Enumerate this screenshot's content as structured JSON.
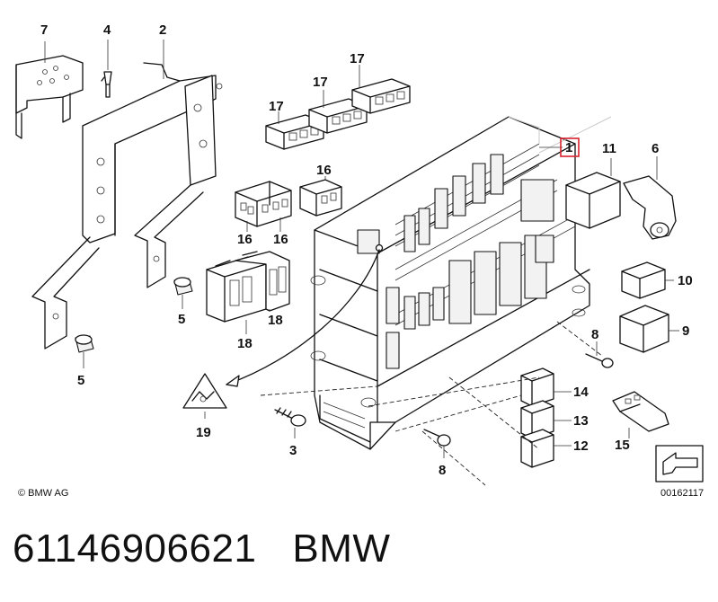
{
  "diagram": {
    "callouts": [
      {
        "id": "callout-7",
        "label": "7"
      },
      {
        "id": "callout-4",
        "label": "4"
      },
      {
        "id": "callout-2",
        "label": "2"
      },
      {
        "id": "callout-17a",
        "label": "17"
      },
      {
        "id": "callout-17b",
        "label": "17"
      },
      {
        "id": "callout-17c",
        "label": "17"
      },
      {
        "id": "callout-16a",
        "label": "16"
      },
      {
        "id": "callout-16b",
        "label": "16"
      },
      {
        "id": "callout-16c",
        "label": "16"
      },
      {
        "id": "callout-18a",
        "label": "18"
      },
      {
        "id": "callout-18b",
        "label": "18"
      },
      {
        "id": "callout-5a",
        "label": "5"
      },
      {
        "id": "callout-5b",
        "label": "5"
      },
      {
        "id": "callout-1",
        "label": "1"
      },
      {
        "id": "callout-11",
        "label": "11"
      },
      {
        "id": "callout-6",
        "label": "6"
      },
      {
        "id": "callout-10",
        "label": "10"
      },
      {
        "id": "callout-9",
        "label": "9"
      },
      {
        "id": "callout-8a",
        "label": "8"
      },
      {
        "id": "callout-8b",
        "label": "8"
      },
      {
        "id": "callout-14",
        "label": "14"
      },
      {
        "id": "callout-13",
        "label": "13"
      },
      {
        "id": "callout-12",
        "label": "12"
      },
      {
        "id": "callout-15",
        "label": "15"
      },
      {
        "id": "callout-19",
        "label": "19"
      },
      {
        "id": "callout-3",
        "label": "3"
      }
    ],
    "copyright": "© BMW AG",
    "drawing_number": "00162117",
    "highlight_color": "#d9232e"
  },
  "caption": {
    "part_number": "61146906621",
    "brand": "BMW"
  }
}
